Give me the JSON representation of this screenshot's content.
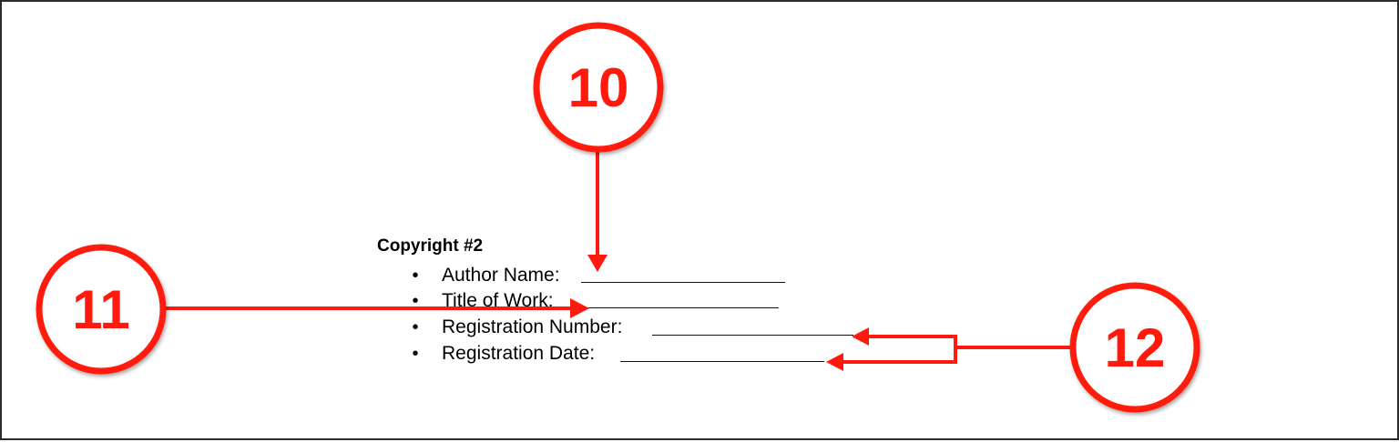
{
  "document": {
    "heading": "Copyright #2",
    "fields": [
      {
        "bullet": "•",
        "label": "Author Name:",
        "value": ""
      },
      {
        "bullet": "•",
        "label": "Title of Work:",
        "value": ""
      },
      {
        "bullet": "•",
        "label": "Registration Number:",
        "value": ""
      },
      {
        "bullet": "•",
        "label": "Registration Date:",
        "value": ""
      }
    ]
  },
  "callouts": [
    {
      "number": "10",
      "target": "Author Name"
    },
    {
      "number": "11",
      "target": "Title of Work"
    },
    {
      "number": "12",
      "target": "Registration Number and Registration Date"
    }
  ],
  "colors": {
    "annotation_red": "#ff1a0d",
    "text": "#000000",
    "border": "#2b2b2b"
  }
}
